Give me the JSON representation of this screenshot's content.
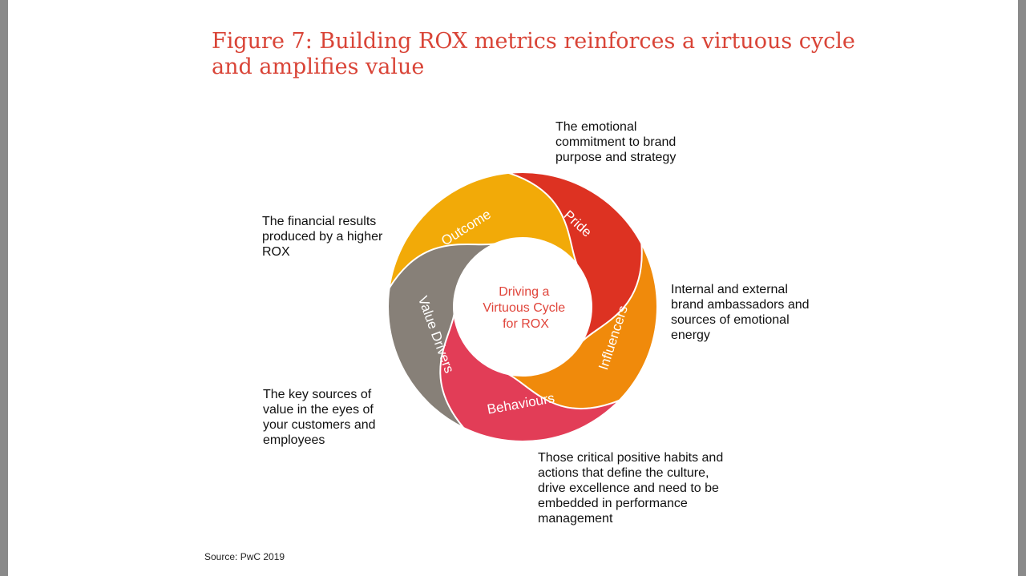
{
  "title": "Figure 7: Building ROX metrics reinforces a virtuous cycle and amplifies value",
  "center": [
    "Driving a",
    "Virtuous Cycle",
    "for ROX"
  ],
  "segments": [
    {
      "label": "Pride",
      "color": "#dd3222",
      "description": [
        "The emotional",
        "commitment to brand",
        "purpose and strategy"
      ]
    },
    {
      "label": "Influencers",
      "color": "#f08a0b",
      "description": [
        "Internal and external",
        "brand ambassadors and",
        "sources of emotional",
        "energy"
      ]
    },
    {
      "label": "Behaviours",
      "color": "#e23d57",
      "description": [
        "Those critical positive habits and",
        "actions that define the culture,",
        "drive excellence and need to be",
        "embedded in performance",
        "management"
      ]
    },
    {
      "label": "Value Drivers",
      "color": "#878078",
      "description": [
        "The key sources of",
        "value in the eyes of",
        "your customers and",
        "employees"
      ]
    },
    {
      "label": "Outcome",
      "color": "#f2aa08",
      "description": [
        "The financial results",
        "produced by a higher",
        "ROX"
      ]
    }
  ],
  "source": "Source: PwC 2019"
}
